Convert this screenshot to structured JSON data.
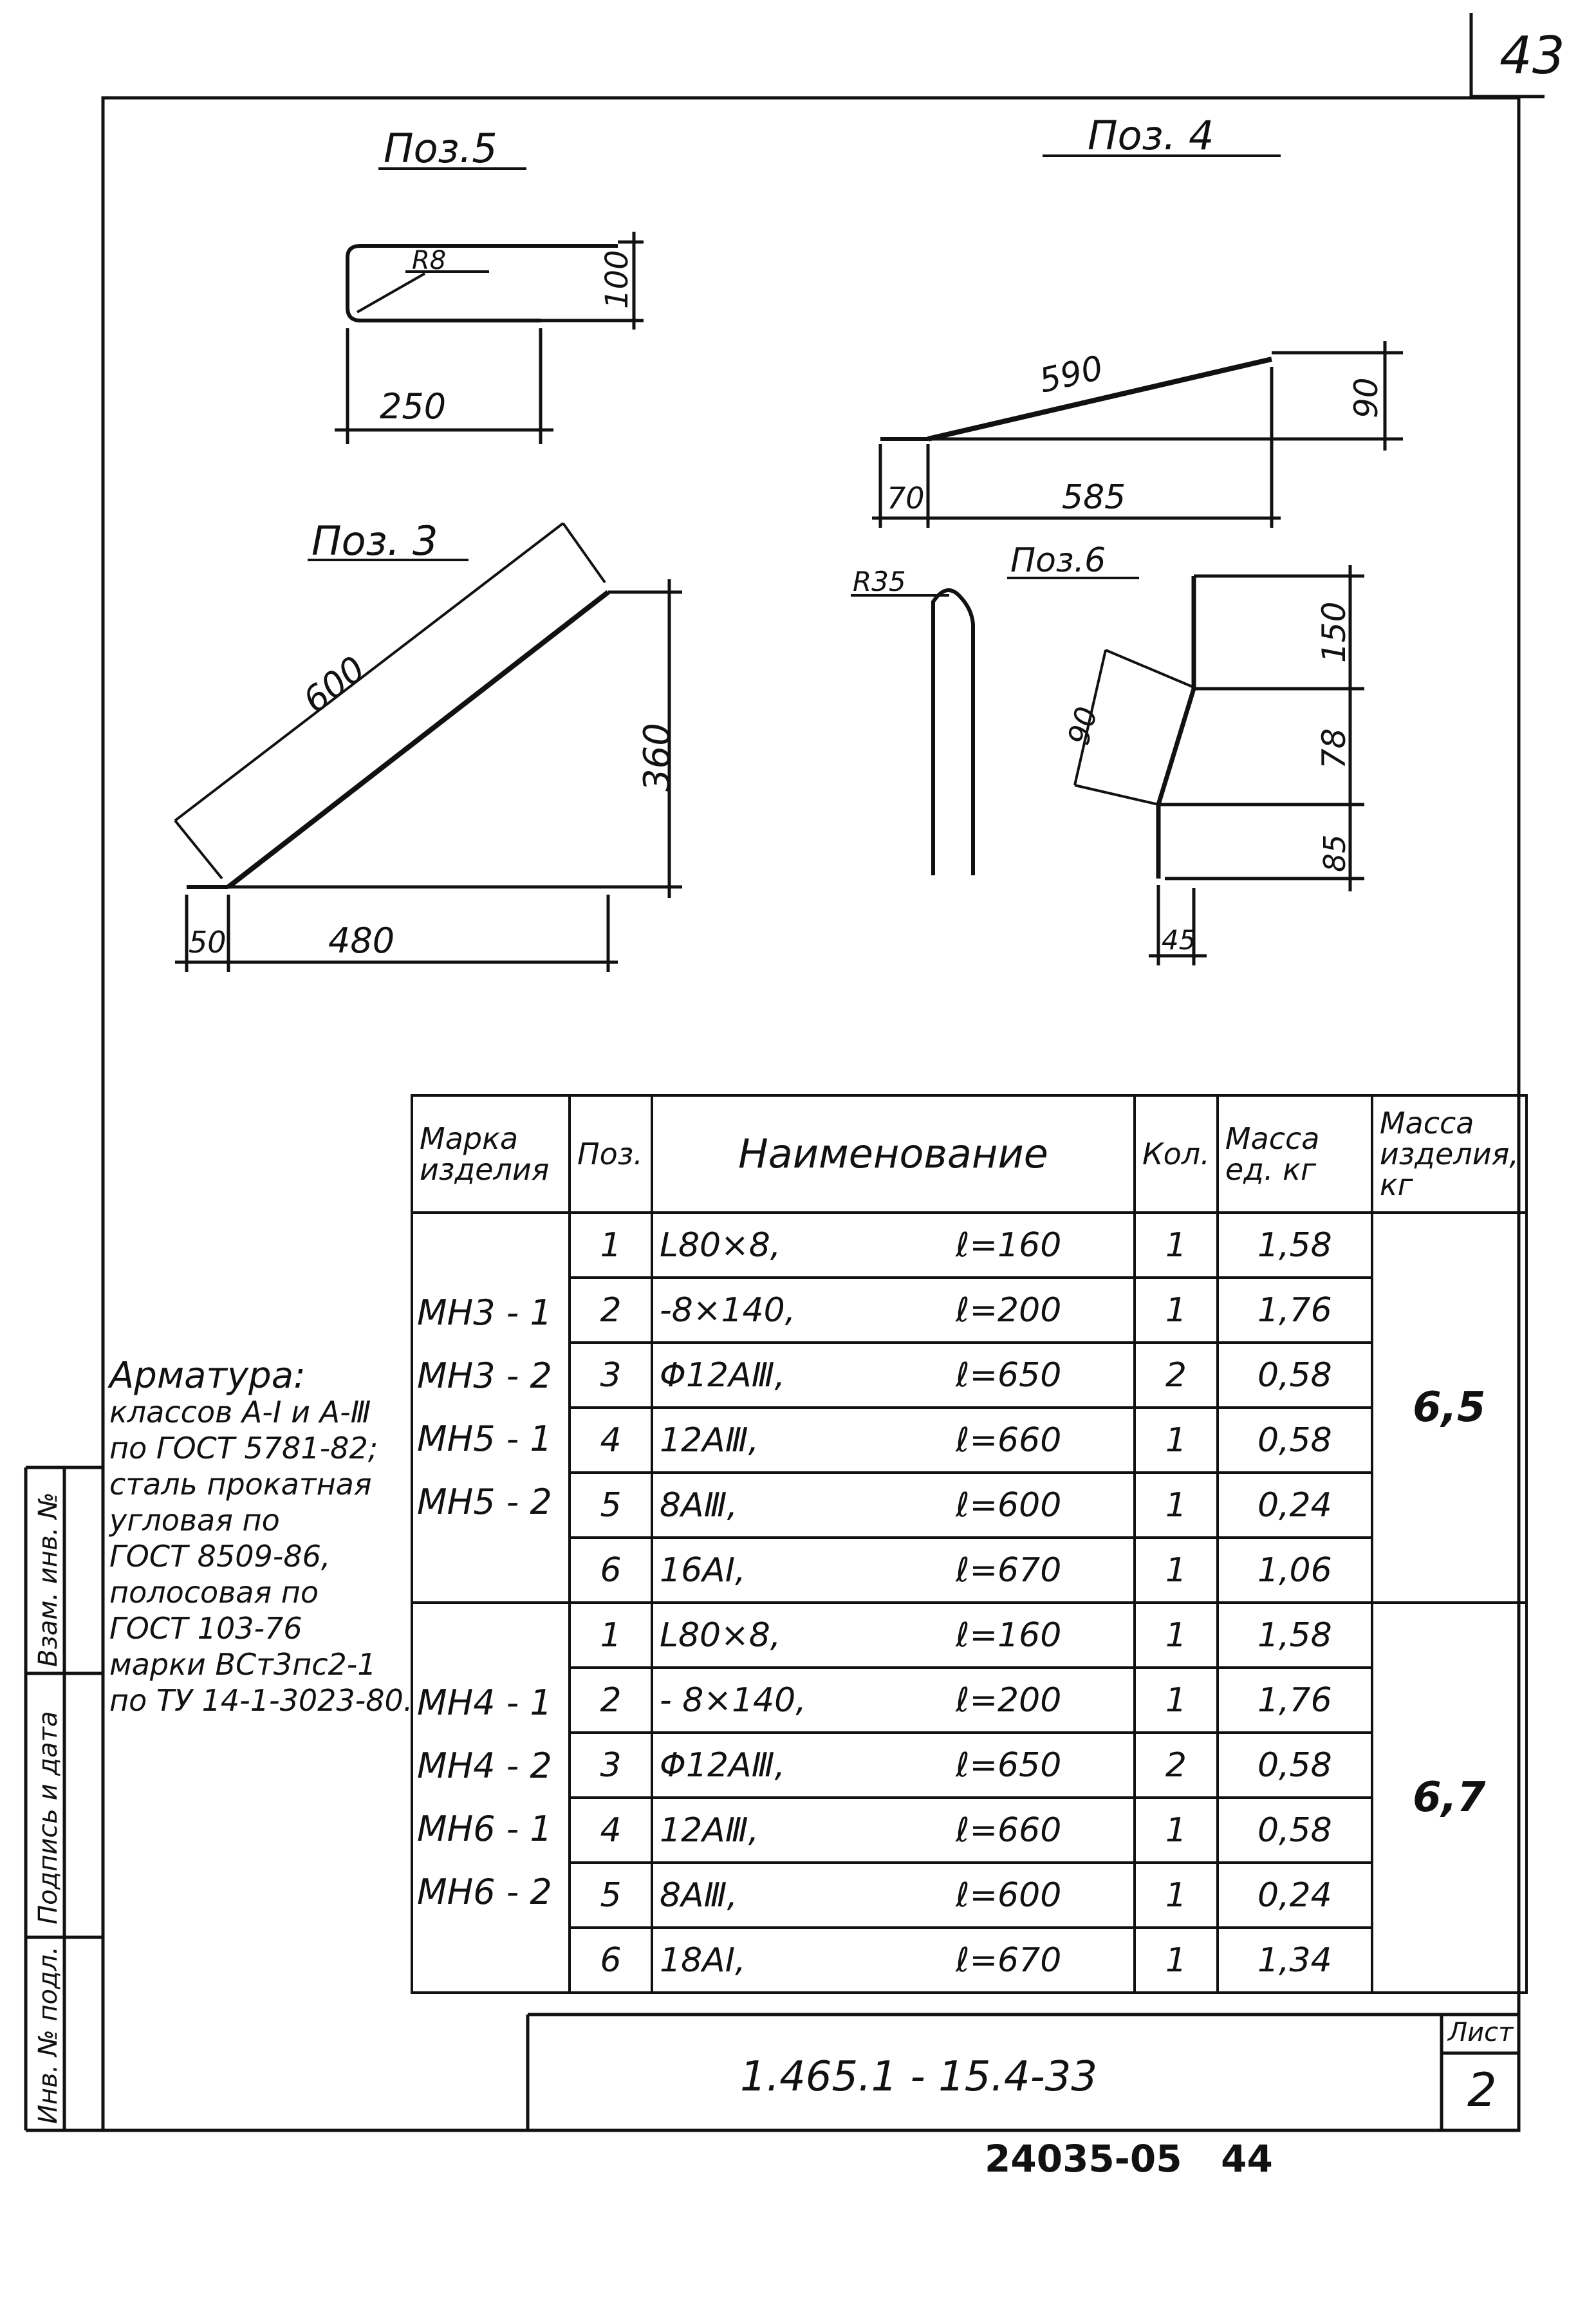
{
  "page_number": "43",
  "drawings": {
    "pos5": {
      "title": "Поз.5",
      "radius": "R8",
      "dim_width": "250",
      "dim_height": "100"
    },
    "pos4": {
      "title": "Поз. 4",
      "dim_slope": "590",
      "dim_rise": "90",
      "dim_left": "70",
      "dim_right": "585"
    },
    "pos3": {
      "title": "Поз. 3",
      "dim_slope": "600",
      "dim_height": "360",
      "dim_left": "50",
      "dim_right": "480"
    },
    "pos6": {
      "title": "Поз.6",
      "radius": "R35",
      "dim_top": "150",
      "dim_mid": "78",
      "dim_bottom": "85",
      "dim_offset": "45",
      "dim_diag": "90"
    }
  },
  "table": {
    "headers": {
      "mark": "Марка изделия",
      "pos": "Поз.",
      "name": "Наименование",
      "qty": "Кол.",
      "unit_mass": "Масса ед. кг",
      "item_mass": "Масса изделия, кг"
    },
    "groups": [
      {
        "marks": "МН3 - 1\nМН3 - 2\nМН5 - 1\nМН5 - 2",
        "mass": "6,5",
        "rows": [
          {
            "pos": "1",
            "name": "L80×8,",
            "length": "ℓ=160",
            "qty": "1",
            "unit_mass": "1,58"
          },
          {
            "pos": "2",
            "name": "-8×140,",
            "length": "ℓ=200",
            "qty": "1",
            "unit_mass": "1,76"
          },
          {
            "pos": "3",
            "name": "Φ12АⅢ,",
            "length": "ℓ=650",
            "qty": "2",
            "unit_mass": "0,58"
          },
          {
            "pos": "4",
            "name": "12АⅢ,",
            "length": "ℓ=660",
            "qty": "1",
            "unit_mass": "0,58"
          },
          {
            "pos": "5",
            "name": "8АⅢ,",
            "length": "ℓ=600",
            "qty": "1",
            "unit_mass": "0,24"
          },
          {
            "pos": "6",
            "name": "16АⅠ,",
            "length": "ℓ=670",
            "qty": "1",
            "unit_mass": "1,06"
          }
        ]
      },
      {
        "marks": "МН4 - 1\nМН4 - 2\nМН6 - 1\nМН6 - 2",
        "mass": "6,7",
        "rows": [
          {
            "pos": "1",
            "name": "L80×8,",
            "length": "ℓ=160",
            "qty": "1",
            "unit_mass": "1,58"
          },
          {
            "pos": "2",
            "name": "- 8×140,",
            "length": "ℓ=200",
            "qty": "1",
            "unit_mass": "1,76"
          },
          {
            "pos": "3",
            "name": "Φ12АⅢ,",
            "length": "ℓ=650",
            "qty": "2",
            "unit_mass": "0,58"
          },
          {
            "pos": "4",
            "name": "12АⅢ,",
            "length": "ℓ=660",
            "qty": "1",
            "unit_mass": "0,58"
          },
          {
            "pos": "5",
            "name": "8АⅢ,",
            "length": "ℓ=600",
            "qty": "1",
            "unit_mass": "0,24"
          },
          {
            "pos": "6",
            "name": "18АⅠ,",
            "length": "ℓ=670",
            "qty": "1",
            "unit_mass": "1,34"
          }
        ]
      }
    ]
  },
  "note": [
    "Арматура:",
    "классов А-Ⅰ и А-Ⅲ",
    "по ГОСТ 5781-82;",
    "сталь прокатная",
    "угловая по",
    "ГОСТ 8509-86,",
    "полосовая по",
    "ГОСТ 103-76",
    "марки ВСт3пс2-1",
    "по ТУ 14-1-3023-80."
  ],
  "side_stamp": {
    "inv_original": "Инв. № подл.",
    "sign_date": "Подпись и дата",
    "inv_replace": "Взам. инв. №"
  },
  "title_block": {
    "doc_code": "1.465.1 - 15.4-33",
    "sheet_label": "Лист",
    "sheet_number": "2"
  },
  "footer_code": "24035-05   44"
}
